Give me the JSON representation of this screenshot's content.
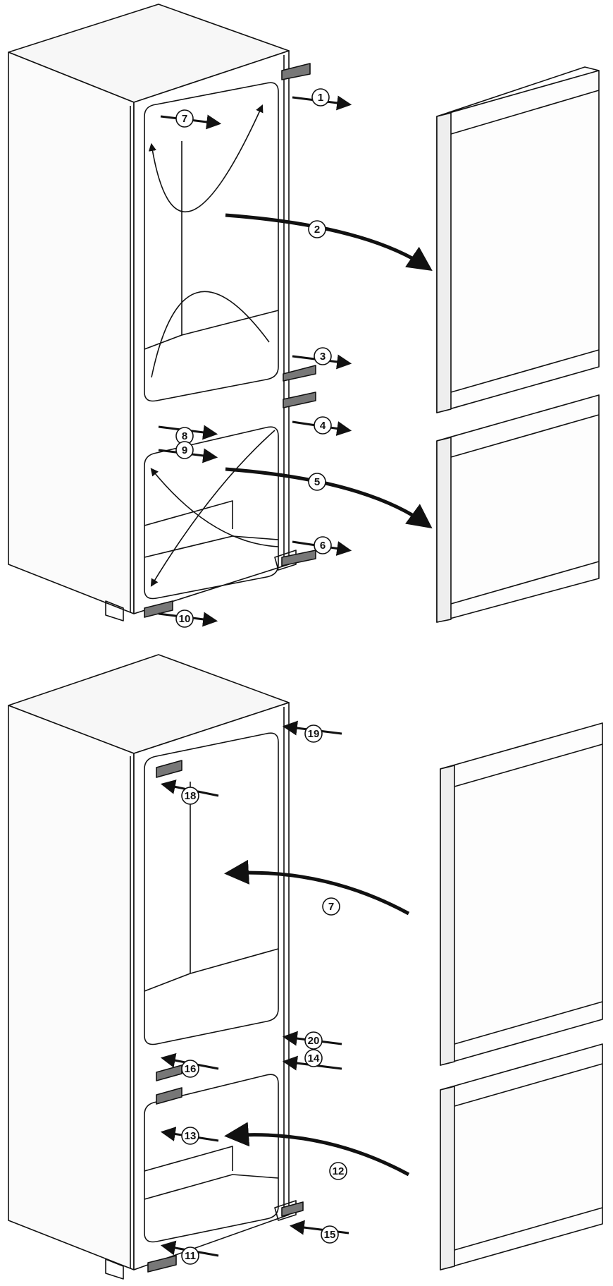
{
  "figure": {
    "top": {
      "callouts": [
        "1",
        "2",
        "3",
        "4",
        "5",
        "6",
        "7",
        "8",
        "9",
        "10"
      ]
    },
    "bottom": {
      "callouts": [
        "7",
        "11",
        "12",
        "13",
        "14",
        "15",
        "16",
        "18",
        "19",
        "20"
      ]
    }
  }
}
